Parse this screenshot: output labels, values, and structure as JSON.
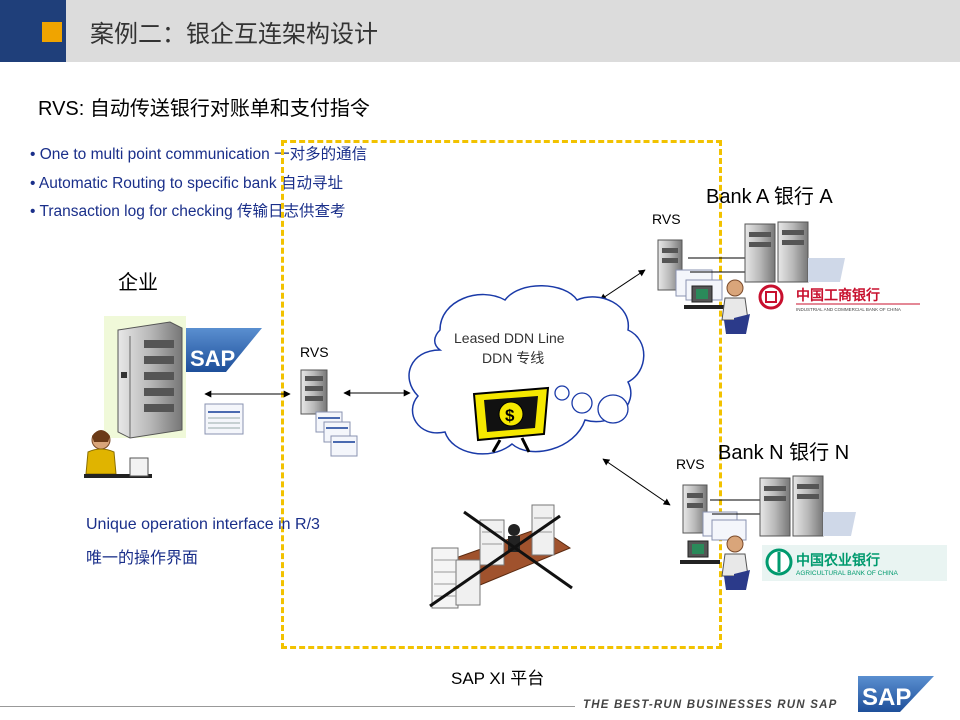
{
  "header": {
    "title": "案例二：银企互连架构设计",
    "colors": {
      "band": "#dcdcdc",
      "blue": "#1f3f7a",
      "accent": "#f0a400"
    }
  },
  "subtitle": "RVS:  自动传送银行对账单和支付指令",
  "bullets": [
    "• One to multi point communication 一对多的通信",
    "• Automatic Routing to specific bank 自动寻址",
    "• Transaction log for checking 传输日志供查考"
  ],
  "enterprise": {
    "label": "企业",
    "sap_logo": "SAP",
    "note_line1": "Unique operation interface in R/3",
    "note_line2": "唯一的操作界面"
  },
  "rvs_label": "RVS",
  "cloud": {
    "line1": "Leased DDN Line",
    "line2": "DDN 专线"
  },
  "bank_a": {
    "label": "Bank A 银行 A",
    "logo_cn": "中国工商银行",
    "logo_en": "INDUSTRIAL AND COMMERCIAL BANK OF CHINA"
  },
  "bank_n": {
    "label": "Bank N 银行 N",
    "logo_cn": "中国农业银行",
    "logo_en": "AGRICULTURAL BANK OF CHINA"
  },
  "platform_label": "SAP XI 平台",
  "footer": {
    "tagline": "THE BEST-RUN BUSINESSES RUN SAP",
    "logo": "SAP"
  },
  "icons": [
    "server-icon",
    "worker-icon",
    "document-stack-icon",
    "money-icon",
    "crossed-desk-icon",
    "bank-server-icon"
  ]
}
